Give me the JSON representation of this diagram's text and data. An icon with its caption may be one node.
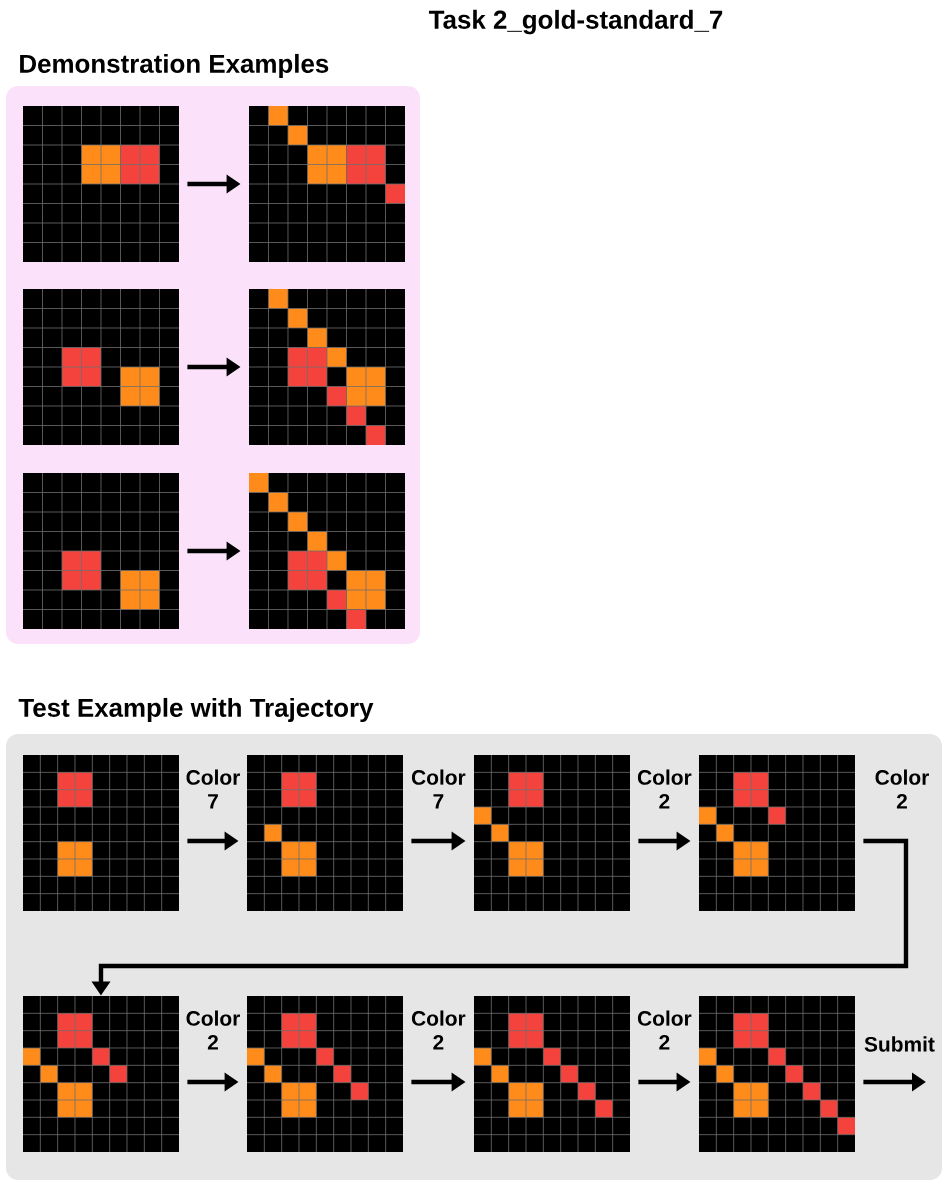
{
  "diagram": {
    "title": "Task 2_gold-standard_7",
    "nodes": [
      {
        "text": [
          "Demonstration Examples"
        ]
      },
      {
        "text": [],
        "shape": "grid",
        "in": 0
      },
      {
        "text": [],
        "shape": "grid",
        "in": 0
      },
      {
        "text": [],
        "shape": "grid",
        "in": 0
      },
      {
        "text": [],
        "shape": "grid",
        "in": 0
      },
      {
        "text": [],
        "shape": "grid",
        "in": 0
      },
      {
        "text": [],
        "shape": "grid",
        "in": 0
      },
      {
        "text": [
          "Test Example with Trajectory"
        ]
      },
      {
        "text": [],
        "shape": "grid",
        "in": 7
      },
      {
        "text": [],
        "shape": "grid",
        "in": 7
      },
      {
        "text": [],
        "shape": "grid",
        "in": 7
      },
      {
        "text": [],
        "shape": "grid",
        "in": 7
      },
      {
        "text": [],
        "shape": "grid",
        "in": 7
      },
      {
        "text": [],
        "shape": "grid",
        "in": 7
      },
      {
        "text": [],
        "shape": "grid",
        "in": 7
      },
      {
        "text": [],
        "shape": "grid",
        "in": 7
      }
    ],
    "edges": [
      {
        "from": 1,
        "to": 2,
        "arrow": "to"
      },
      {
        "from": 3,
        "to": 4,
        "arrow": "to"
      },
      {
        "from": 5,
        "to": 6,
        "arrow": "to"
      },
      {
        "from": 8,
        "to": 9,
        "arrow": "to",
        "label": "Color 7"
      },
      {
        "from": 9,
        "to": 10,
        "arrow": "to",
        "label": "Color 7"
      },
      {
        "from": 10,
        "to": 11,
        "arrow": "to",
        "label": "Color 2"
      },
      {
        "from": 11,
        "to": 12,
        "arrow": "to",
        "label": "Color 2"
      },
      {
        "from": 12,
        "to": 13,
        "arrow": "to",
        "label": "Color 2"
      },
      {
        "from": 13,
        "to": 14,
        "arrow": "to",
        "label": "Color 2"
      },
      {
        "from": 14,
        "to": 15,
        "arrow": "to",
        "label": "Color 2"
      },
      {
        "from": 15,
        "to": null,
        "arrow": "to",
        "label": "Submit"
      }
    ]
  }
}
